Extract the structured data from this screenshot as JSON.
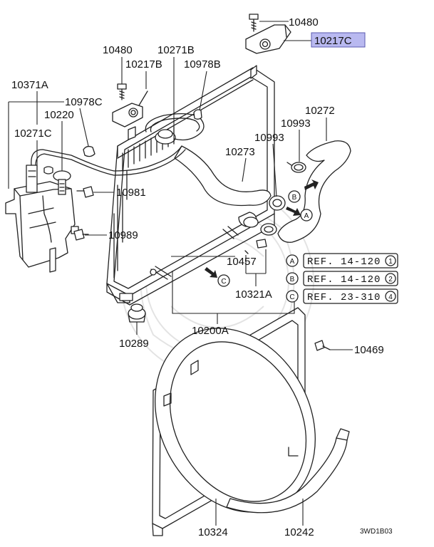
{
  "diagram": {
    "parts": {
      "p10480_top": "10480",
      "p10217c": "10217C",
      "p10480_left": "10480",
      "p10271b": "10271B",
      "p10217b": "10217B",
      "p10978b": "10978B",
      "p10371a": "10371A",
      "p10978c": "10978C",
      "p10220": "10220",
      "p10271c": "10271C",
      "p10272": "10272",
      "p10993_a": "10993",
      "p10993_b": "10993",
      "p10273": "10273",
      "p10981": "10981",
      "p10989": "10989",
      "p10457": "10457",
      "p10321a": "10321A",
      "p10200a": "10200A",
      "p10289": "10289",
      "p10469": "10469",
      "p10324": "10324",
      "p10242": "10242"
    },
    "refs": [
      {
        "letter": "A",
        "text": "REF. 14-120",
        "num": "1"
      },
      {
        "letter": "B",
        "text": "REF. 14-120",
        "num": "2"
      },
      {
        "letter": "C",
        "text": "REF. 23-310",
        "num": "4"
      }
    ],
    "markers": {
      "a": "A",
      "b": "B",
      "c": "C"
    },
    "code": "3WD1B03",
    "highlight_color": "#b9b9f0"
  }
}
